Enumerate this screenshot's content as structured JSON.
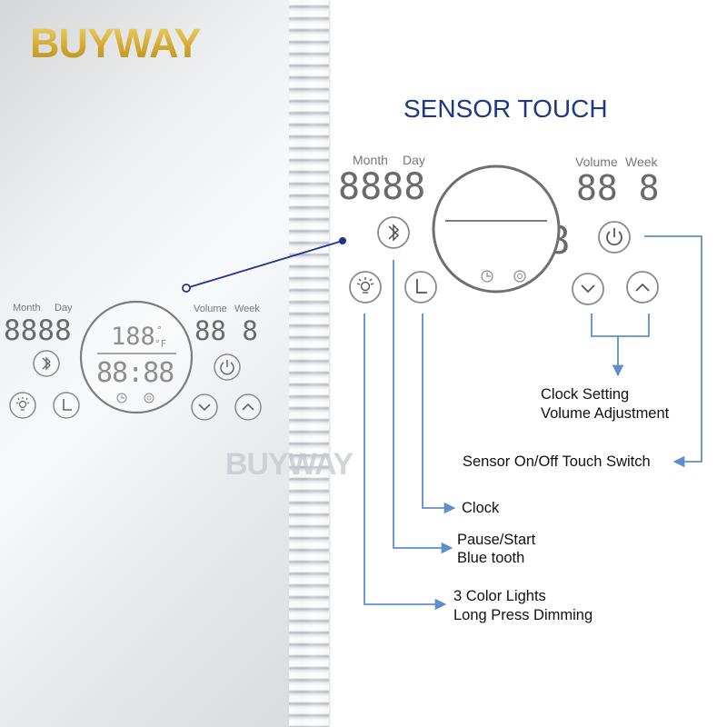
{
  "brand": {
    "name": "BUYWAY",
    "watermark": "BUYWAY"
  },
  "headline": "SENSOR TOUCH",
  "panel": {
    "month_label": "Month",
    "day_label": "Day",
    "volume_label": "Volume",
    "week_label": "Week",
    "date_digits": "8888",
    "volume_digits": "88 8",
    "temp_digits": "188",
    "clock_digits": "88:88",
    "degree_symbol": "°",
    "unit_symbol": "°F"
  },
  "annotations": {
    "clock_setting": "Clock Setting",
    "volume_adjustment": "Volume Adjustment",
    "sensor_switch": "Sensor On/Off Touch Switch",
    "clock": "Clock",
    "pause_start": "Pause/Start",
    "bluetooth": "Blue tooth",
    "color_lights": "3 Color Lights",
    "long_press": "Long Press Dimming"
  },
  "icons": [
    "bluetooth-icon",
    "power-icon",
    "light-icon",
    "clock-icon",
    "chevron-down-icon",
    "chevron-up-icon"
  ],
  "colors": {
    "brand_gold": "#d4a932",
    "headline": "#1f3a82",
    "callout_line": "#5e8fcc",
    "pointer": "#23338a",
    "lcd_gray": "#6a6a6a"
  }
}
